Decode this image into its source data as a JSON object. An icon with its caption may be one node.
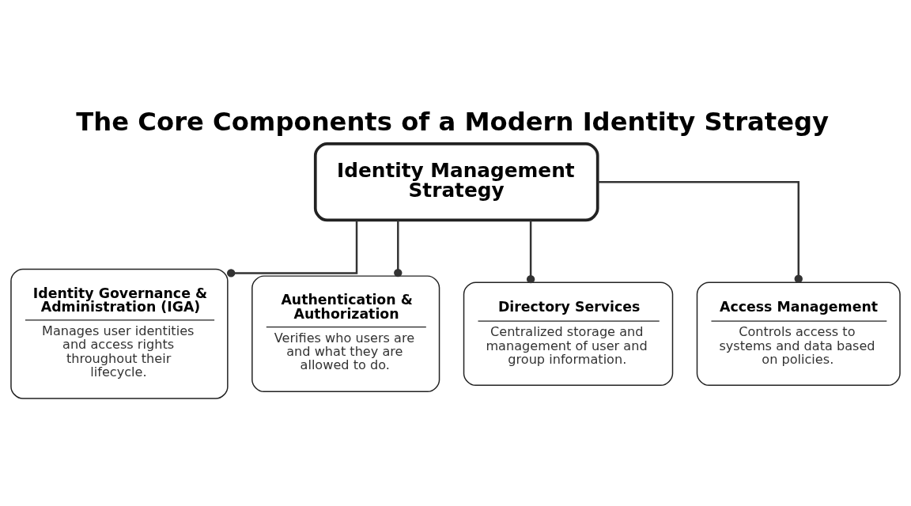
{
  "diagram": {
    "title": "The Core Components of a Modern Identity Strategy",
    "nodes": [
      {
        "text": [
          "Identity Management Strategy"
        ]
      },
      {
        "text": [
          "Identity Governance & Administration (IGA)",
          "Manages user identities and access rights throughout their lifecycle."
        ]
      },
      {
        "text": [
          "Authentication & Authorization",
          "Verifies who users are and what they are allowed to do."
        ]
      },
      {
        "text": [
          "Directory Services",
          "Centralized storage and management of user and group information."
        ]
      },
      {
        "text": [
          "Access Management",
          "Controls access to systems and data based on policies."
        ]
      }
    ],
    "edges": [
      {
        "from": 0,
        "to": 1,
        "arrow": "other"
      },
      {
        "from": 0,
        "to": 2,
        "arrow": "other"
      },
      {
        "from": 0,
        "to": 3,
        "arrow": "other"
      },
      {
        "from": 0,
        "to": 4,
        "arrow": "other"
      }
    ]
  }
}
